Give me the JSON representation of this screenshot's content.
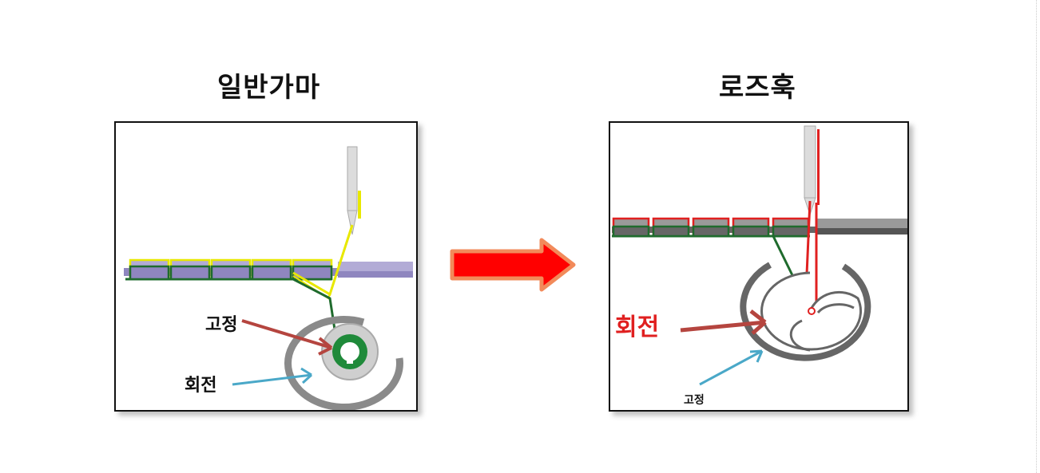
{
  "left": {
    "title": "일반가마",
    "label_fixed": "고정",
    "label_rotate": "회전"
  },
  "right": {
    "title": "로즈훅",
    "label_rotate": "회전",
    "label_fixed": "고정"
  },
  "colors": {
    "yellow_thread": "#e8e800",
    "green_thread": "#1f6b2d",
    "red_thread": "#e02020",
    "fabric_purple": "#8f86bf",
    "fabric_gray": "#666666",
    "arrow_red": "#ff0000",
    "label_arrow_brown": "#b5453f",
    "label_arrow_blue": "#4aa8c8"
  }
}
